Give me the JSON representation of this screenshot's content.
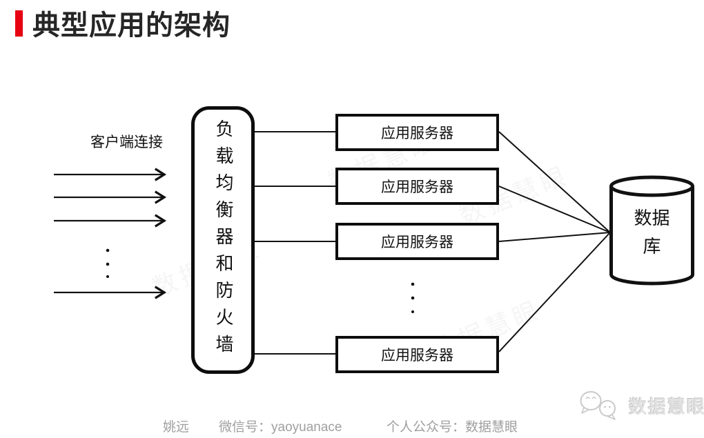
{
  "header": {
    "title": "典型应用的架构",
    "accent_color": "#e60012"
  },
  "diagram": {
    "client_label": "客户端连接",
    "load_balancer_label": "负载均衡器和防火墙",
    "app_servers": [
      {
        "label": "应用服务器"
      },
      {
        "label": "应用服务器"
      },
      {
        "label": "应用服务器"
      },
      {
        "label": "应用服务器"
      }
    ],
    "database_label": "数据\n库",
    "line_color": "#111111"
  },
  "footer": {
    "author": "姚远",
    "wechat": "微信号：yaoyuanace",
    "account": "个人公众号：数据慧眼"
  },
  "brand": {
    "icon": "wechat-chat-bubbles-icon",
    "text": "数据慧眼"
  },
  "watermark": {
    "text": "数据慧眼"
  }
}
